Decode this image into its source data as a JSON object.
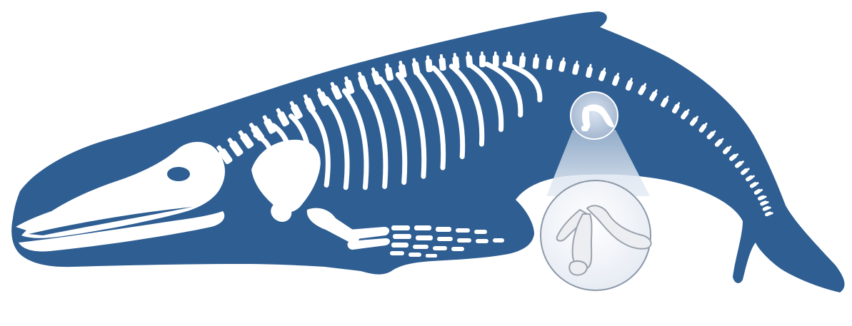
{
  "colors": {
    "background": "#ffffff",
    "body": "#2e5e92",
    "bone": "#ffffff",
    "lens_fill": "#b7c6da",
    "magnifier_fill": "#eef2f8",
    "magnifier_stroke": "#8b97a8",
    "pelvic_bone_fill": "#eceef2",
    "pelvic_bone_stroke": "#9aa2ad"
  },
  "icons": {
    "subject": "whale-silhouette",
    "skeleton": "whale-skeleton",
    "magnifier": "magnifier-callout",
    "detail": "vestigial-pelvic-bone"
  }
}
